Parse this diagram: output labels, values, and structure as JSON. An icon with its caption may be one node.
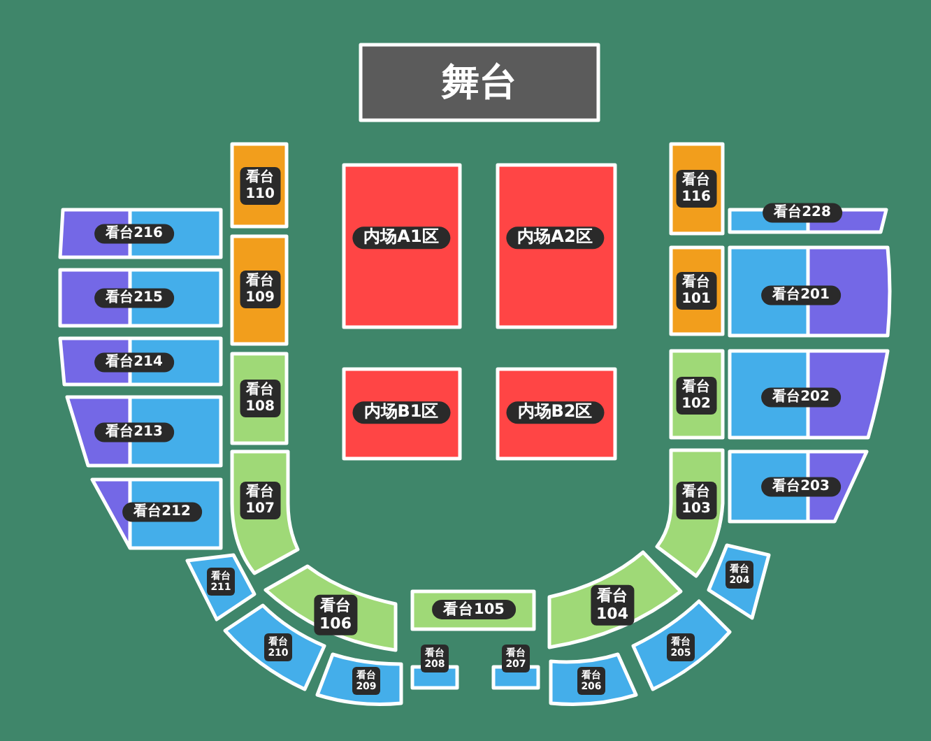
{
  "diagram": {
    "nodes": [
      {
        "text": [
          "舞台"
        ]
      },
      {
        "text": [
          "内场A1区"
        ]
      },
      {
        "text": [
          "内场A2区"
        ]
      },
      {
        "text": [
          "内场B1区"
        ]
      },
      {
        "text": [
          "内场B2区"
        ]
      },
      {
        "text": [
          "看台110"
        ]
      },
      {
        "text": [
          "看台109"
        ]
      },
      {
        "text": [
          "看台108"
        ]
      },
      {
        "text": [
          "看台107"
        ]
      },
      {
        "text": [
          "看台106"
        ]
      },
      {
        "text": [
          "看台105"
        ]
      },
      {
        "text": [
          "看台104"
        ]
      },
      {
        "text": [
          "看台103"
        ]
      },
      {
        "text": [
          "看台102"
        ]
      },
      {
        "text": [
          "看台101"
        ]
      },
      {
        "text": [
          "看台116"
        ]
      },
      {
        "text": [
          "看台216"
        ]
      },
      {
        "text": [
          "看台215"
        ]
      },
      {
        "text": [
          "看台214"
        ]
      },
      {
        "text": [
          "看台213"
        ]
      },
      {
        "text": [
          "看台212"
        ]
      },
      {
        "text": [
          "看台211"
        ]
      },
      {
        "text": [
          "看台210"
        ]
      },
      {
        "text": [
          "看台209"
        ]
      },
      {
        "text": [
          "看台208"
        ]
      },
      {
        "text": [
          "看台207"
        ]
      },
      {
        "text": [
          "看台206"
        ]
      },
      {
        "text": [
          "看台205"
        ]
      },
      {
        "text": [
          "看台204"
        ]
      },
      {
        "text": [
          "看台203"
        ]
      },
      {
        "text": [
          "看台202"
        ]
      },
      {
        "text": [
          "看台201"
        ]
      },
      {
        "text": [
          "看台228"
        ]
      }
    ]
  }
}
